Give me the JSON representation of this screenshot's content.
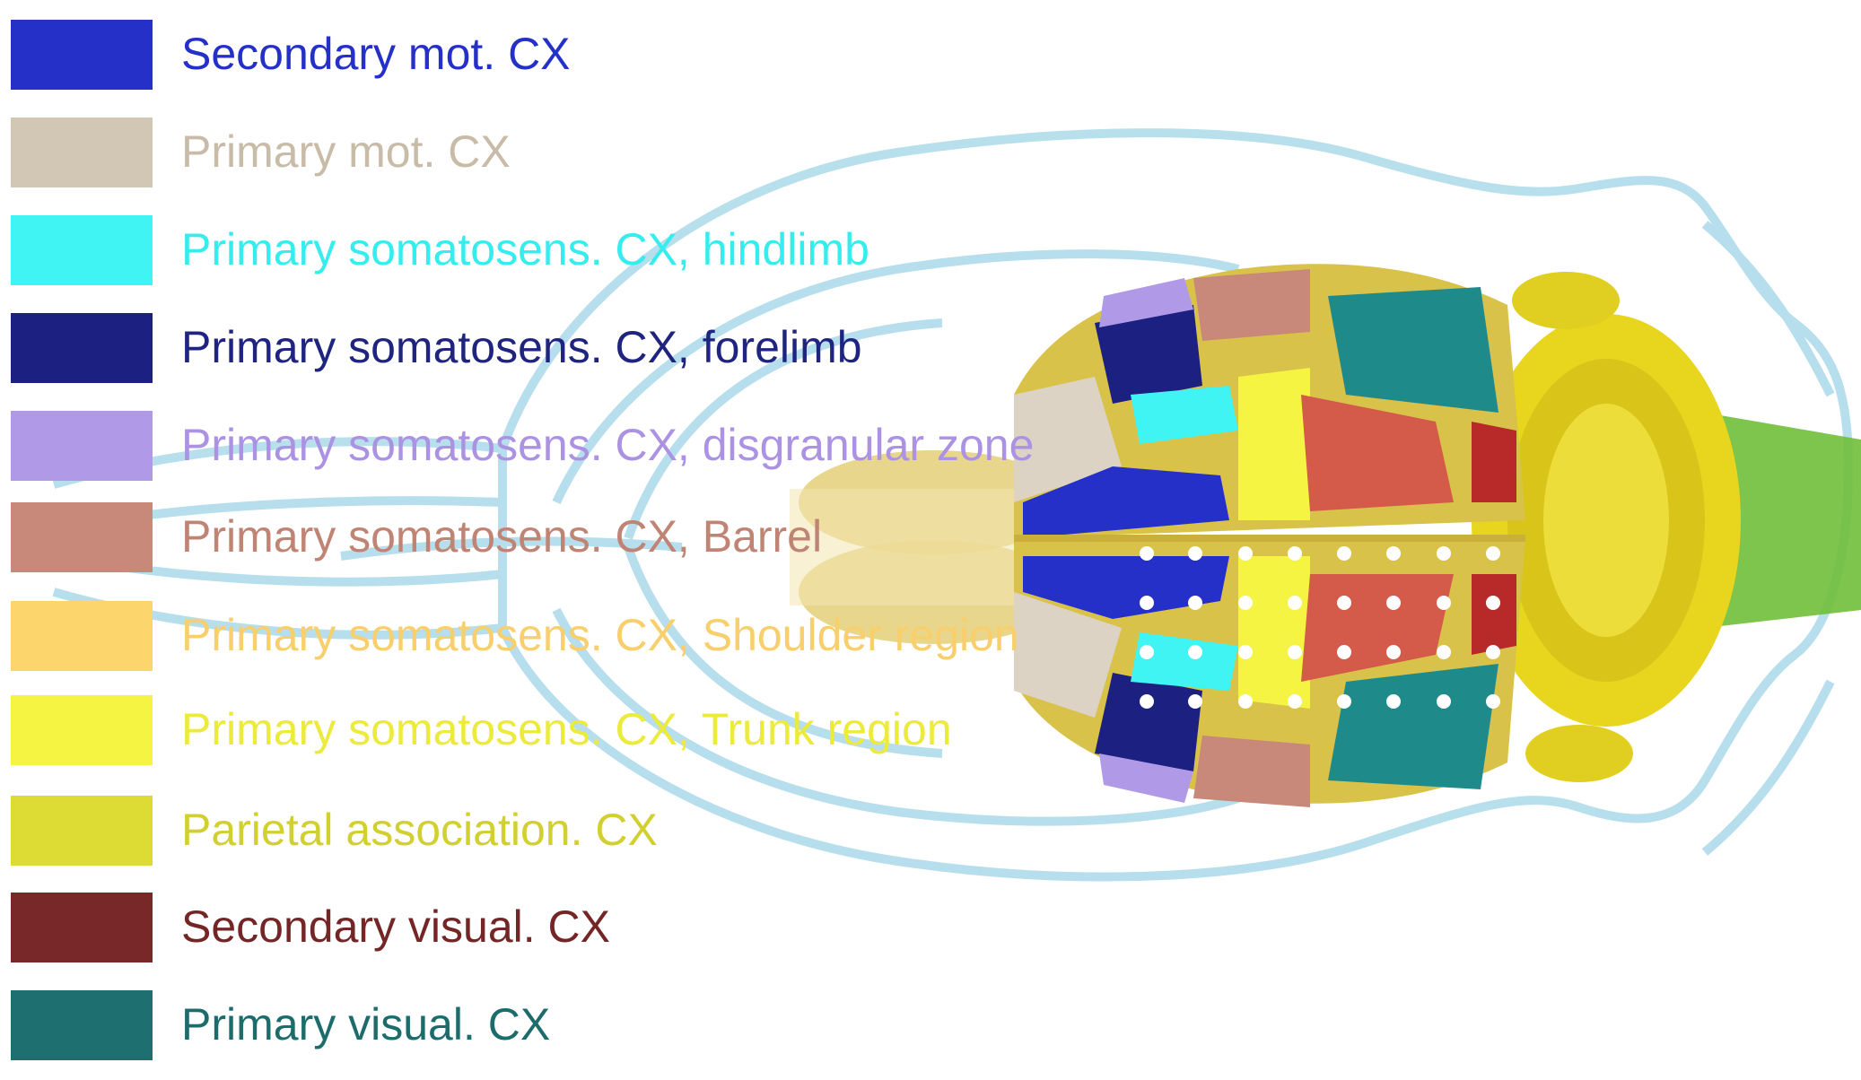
{
  "legend": {
    "items": [
      {
        "label": "Secondary mot. CX",
        "color": "#2530c8",
        "text_color": "#2530c8"
      },
      {
        "label": "Primary mot. CX",
        "color": "#d2c6b4",
        "text_color": "#c8bba7"
      },
      {
        "label": "Primary somatosens. CX, hindlimb",
        "color": "#3ff4f2",
        "text_color": "#35ecee"
      },
      {
        "label": "Primary somatosens. CX, forelimb",
        "color": "#1c2080",
        "text_color": "#1e2480"
      },
      {
        "label": "Primary somatosens. CX, disgranular zone",
        "color": "#b09ae8",
        "text_color": "#ab92e2"
      },
      {
        "label": "Primary somatosens. CX, Barrel",
        "color": "#c8887a",
        "text_color": "#c08474"
      },
      {
        "label": "Primary somatosens. CX, Shoulder region",
        "color": "#fcd56c",
        "text_color": "#f8cf6c"
      },
      {
        "label": "Primary somatosens. CX, Trunk region",
        "color": "#f5f442",
        "text_color": "#ecea3a"
      },
      {
        "label": "Parietal association. CX",
        "color": "#dcdc34",
        "text_color": "#d2d030"
      },
      {
        "label": "Secondary visual. CX",
        "color": "#782828",
        "text_color": "#742626"
      },
      {
        "label": "Primary visual. CX",
        "color": "#1e7070",
        "text_color": "#1c6c6c"
      }
    ]
  },
  "illustration": {
    "subject": "mouse-brain-dorsal-view",
    "electrode_marker_color": "#ffffff"
  }
}
